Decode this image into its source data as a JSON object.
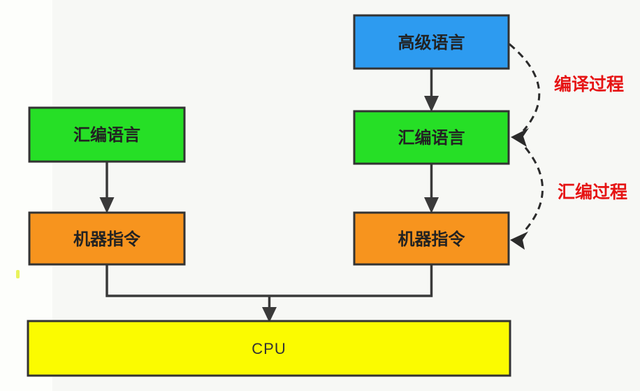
{
  "diagram": {
    "description": "Flowchart of language translation down to CPU",
    "nodes": {
      "high_level": {
        "label": "高级语言",
        "fill": "#2D9BF0"
      },
      "assembly_left": {
        "label": "汇编语言",
        "fill": "#26DF26"
      },
      "assembly_right": {
        "label": "汇编语言",
        "fill": "#26DF26"
      },
      "machine_left": {
        "label": "机器指令",
        "fill": "#F7941E"
      },
      "machine_right": {
        "label": "机器指令",
        "fill": "#F7941E"
      },
      "cpu": {
        "label": "CPU",
        "fill": "#FBFB00"
      }
    },
    "annotations": {
      "compile": {
        "label": "编译过程",
        "color": "#E61414"
      },
      "assemble": {
        "label": "汇编过程",
        "color": "#E61414"
      }
    },
    "colors": {
      "background": "#F7F8F5",
      "background_left_strip": "#FDFEFB",
      "node_stroke": "#333333",
      "node_text": "#222222",
      "cpu_text": "#333333",
      "line": "#3A3A3A",
      "dashed_line": "#2B2B2B",
      "stray_mark": "#E9F35C"
    }
  }
}
